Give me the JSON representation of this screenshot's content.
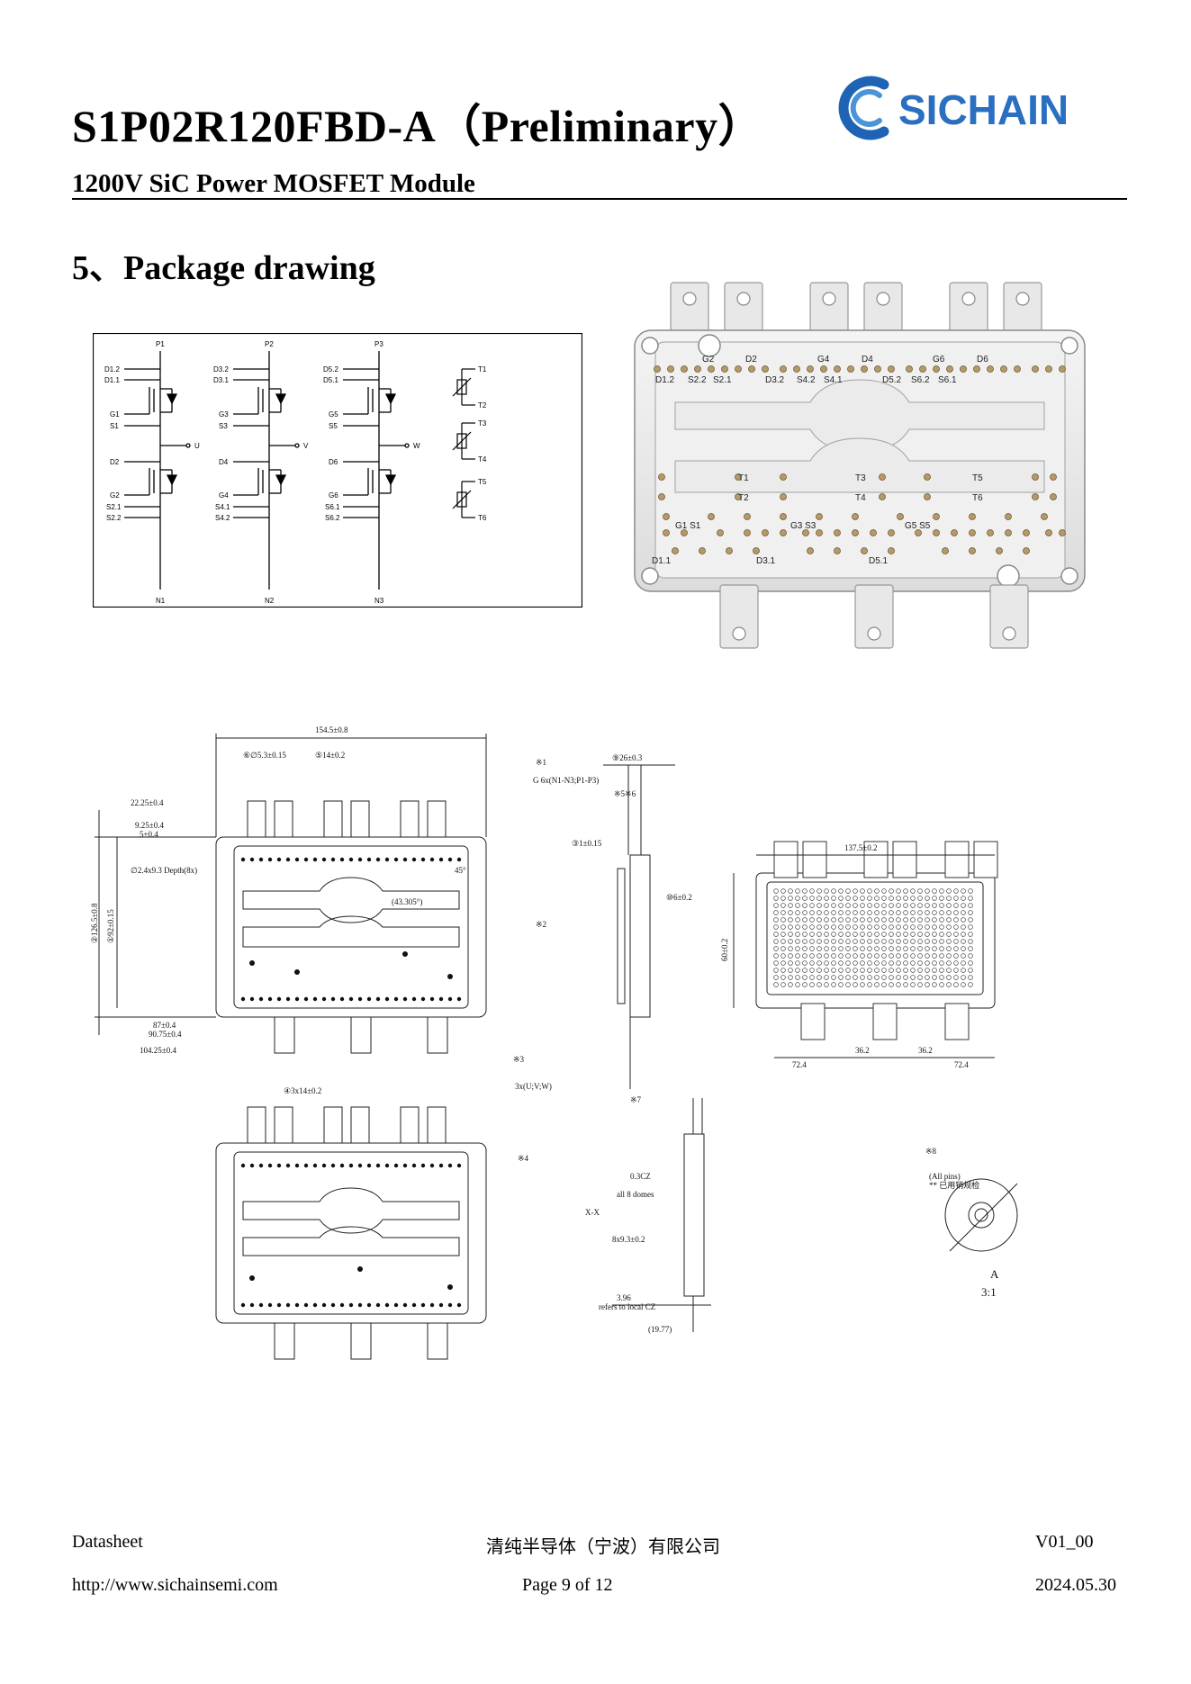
{
  "header": {
    "title": "S1P02R120FBD-A（Preliminary）",
    "subtitle": "1200V SiC Power MOSFET Module",
    "logo_text": "SICHAIN"
  },
  "section": {
    "heading": "5、Package drawing"
  },
  "schematic": {
    "phases": [
      {
        "top": "P1",
        "bottom": "N1",
        "out": "U",
        "d_top": [
          "D1.2",
          "D1.1"
        ],
        "g_top": [
          "G1",
          "S1"
        ],
        "d_mid": "D2",
        "g_bot": [
          "G2",
          "S2.1",
          "S2.2"
        ]
      },
      {
        "top": "P2",
        "bottom": "N2",
        "out": "V",
        "d_top": [
          "D3.2",
          "D3.1"
        ],
        "g_top": [
          "G3",
          "S3"
        ],
        "d_mid": "D4",
        "g_bot": [
          "G4",
          "S4.1",
          "S4.2"
        ]
      },
      {
        "top": "P3",
        "bottom": "N3",
        "out": "W",
        "d_top": [
          "D5.2",
          "D5.1"
        ],
        "g_top": [
          "G5",
          "S5"
        ],
        "d_mid": "D6",
        "g_bot": [
          "G6",
          "S6.1",
          "S6.2"
        ]
      }
    ],
    "ntc": [
      "T1",
      "T2",
      "T3",
      "T4",
      "T5",
      "T6"
    ]
  },
  "photo_labels": {
    "top_row": [
      "G2",
      "D2",
      "G4",
      "D4",
      "G6",
      "D6"
    ],
    "second_row": [
      "D1.2",
      "S2.2",
      "S2.1",
      "D3.2",
      "S4.2",
      "S4.1",
      "D5.2",
      "S6.2",
      "S6.1"
    ],
    "mid": [
      "T1",
      "T3",
      "T5",
      "T2",
      "T4",
      "T6"
    ],
    "bottom_row": [
      "G1 S1",
      "G3 S3",
      "G5 S5"
    ],
    "bottom_d": [
      "D1.1",
      "D3.1",
      "D5.1"
    ]
  },
  "dims": {
    "d1": "154.5±0.8",
    "d2": "⑥∅5.3±0.15",
    "d3": "⑤14±0.2",
    "d4": "22.25±0.4",
    "d5": "9.25±0.4",
    "d6": "5±0.4",
    "d7": "∅2.4x9.3 Depth(8x)",
    "d8": "②126.5±0.8",
    "d9": "①92±0.15",
    "d10": "87±0.4",
    "d11": "90.75±0.4",
    "d12": "104.25±0.4",
    "d13": "④3x14±0.2",
    "d14": "(43.305°)",
    "d15": "45°",
    "d16": "137.5±0.2",
    "d17": "60±0.2",
    "d18": "36.2",
    "d19": "72.4",
    "d20": "⑨26±0.3",
    "d21": "③1±0.15",
    "d22": "⑩6±0.2",
    "d23": "※1",
    "d24": "※2",
    "d25": "※3",
    "d26": "※4",
    "d27": "※5※6",
    "d28": "※7",
    "d29": "※8",
    "d30": "X-X",
    "d31": "8x9.3±0.2",
    "d32": "refers to local CZ",
    "d33": "(19.77)",
    "d34": "all 8 domes",
    "d35": "(All pins)",
    "d36": "** 已用销规检",
    "d37": "A",
    "d38": "3:1",
    "d39": "0.3CZ",
    "d40": "3.96",
    "d41": "G 6x(N1-N3;P1-P3)",
    "d42": "3x(U;V;W)"
  },
  "footer": {
    "left_1": "Datasheet",
    "center_1": "清纯半导体（宁波）有限公司",
    "right_1": "V01_00",
    "left_2": "http://www.sichainsemi.com",
    "center_2": "Page  9  of  12",
    "right_2": "2024.05.30"
  }
}
